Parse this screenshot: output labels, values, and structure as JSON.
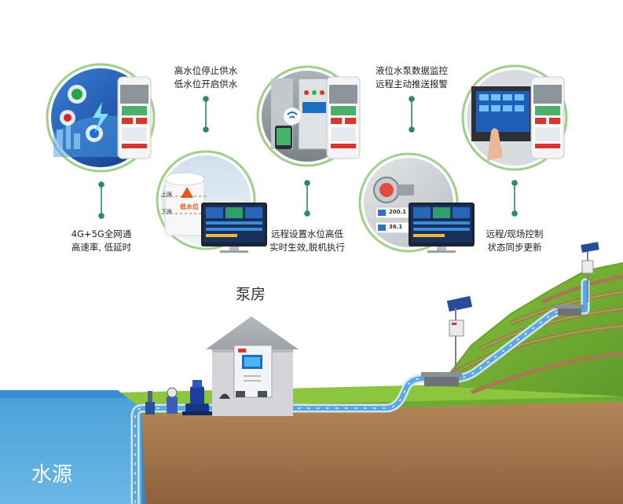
{
  "features": [
    {
      "line1": "4G+5G全网通",
      "line2": "高速率, 低延时"
    },
    {
      "line1": "高水位停止供水",
      "line2": "低水位开启供水"
    },
    {
      "line1": "远程设置水位高低",
      "line2": "实时生效,脱机执行"
    },
    {
      "line1": "液位水泵数据监控",
      "line2": "远程主动推送报警"
    },
    {
      "line1": "远程/现场控制",
      "line2": "状态同步更新"
    }
  ],
  "tank_badge": "低水位",
  "tank_marks": {
    "upper": "上限",
    "lower": "下限"
  },
  "pump_readouts": [
    "200.1",
    "36.1"
  ],
  "pump_house_label": "泵房",
  "water_source_label": "水源",
  "colors": {
    "connector": "#2e8b57",
    "water": "#58a9dd",
    "pipe": "#5aa8e0",
    "grass": "#8cc63f",
    "soil": "#a97b4f",
    "house": "#c9cbcf",
    "pump": "#1f3f9e"
  }
}
